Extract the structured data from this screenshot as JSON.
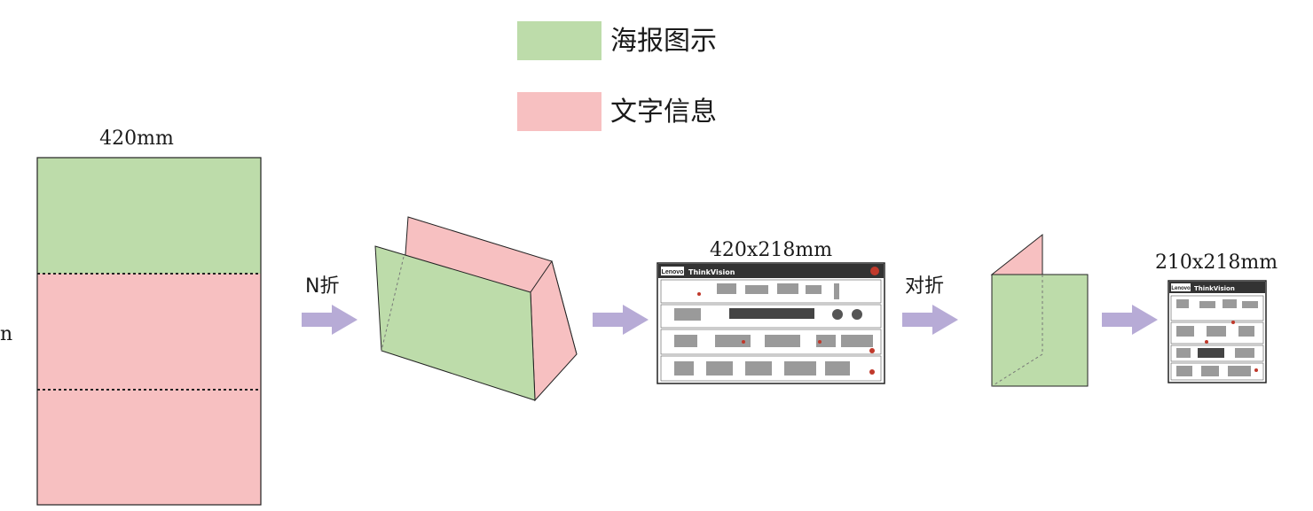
{
  "colors": {
    "green": "#bddcaa",
    "pink": "#f7c0c1",
    "arrow": "#b7abd6",
    "outline": "#222222",
    "poster_header": "#333333",
    "poster_accent": "#c0392b"
  },
  "legend": [
    {
      "label": "海报图示",
      "color": "#bddcaa"
    },
    {
      "label": "文字信息",
      "color": "#f7c0c1"
    }
  ],
  "sheet": {
    "width_label": "420mm",
    "side_label_fragment": "n"
  },
  "steps": [
    {
      "label": "N折"
    },
    {
      "label": ""
    },
    {
      "label": "对折"
    },
    {
      "label": ""
    }
  ],
  "stages": {
    "folded_poster_label": "420x218mm",
    "final_poster_label": "210x218mm"
  },
  "thumbnail": {
    "brand": "Lenovo",
    "product": "ThinkVision"
  },
  "icons": [
    "right-arrow-icon"
  ]
}
